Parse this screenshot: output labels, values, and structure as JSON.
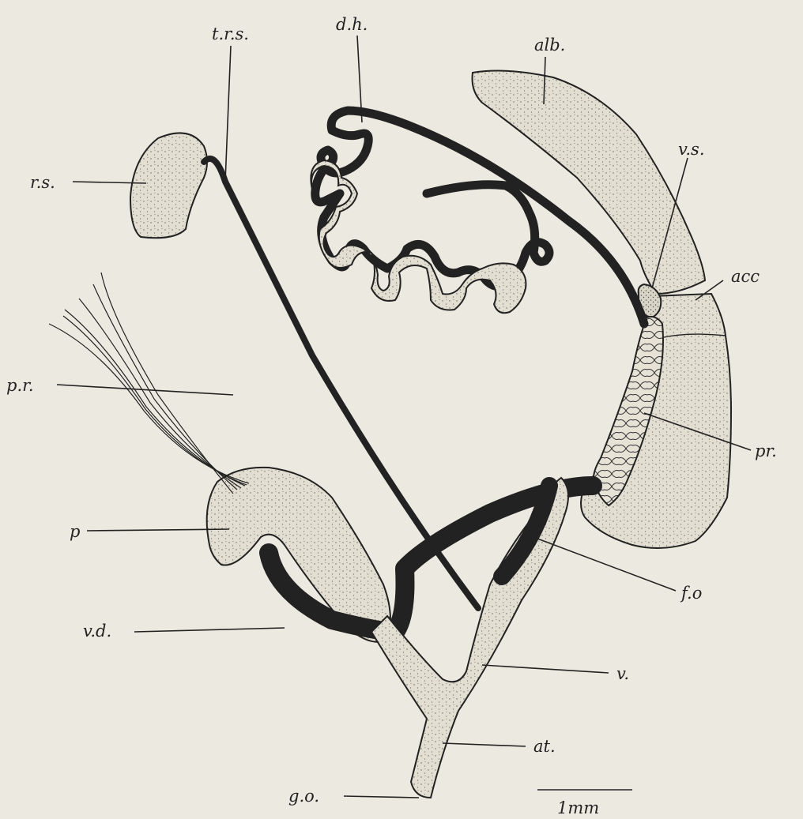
{
  "figure": {
    "labels": {
      "rs": "r.s.",
      "trs": "t.r.s.",
      "dh": "d.h.",
      "alb": "alb.",
      "vs": "v.s.",
      "acc": "acc",
      "pr_right": "pr.",
      "pr_left": "p.r.",
      "p": "p",
      "vd": "v.d.",
      "fo": "f.o",
      "v": "v.",
      "at": "at.",
      "go": "g.o."
    },
    "scale_bar": {
      "label": "1mm"
    },
    "colors": {
      "paper": "#ece9e0",
      "organ_fill": "#e2ded2",
      "ink": "#222222",
      "stipple": "#6a6658"
    }
  }
}
